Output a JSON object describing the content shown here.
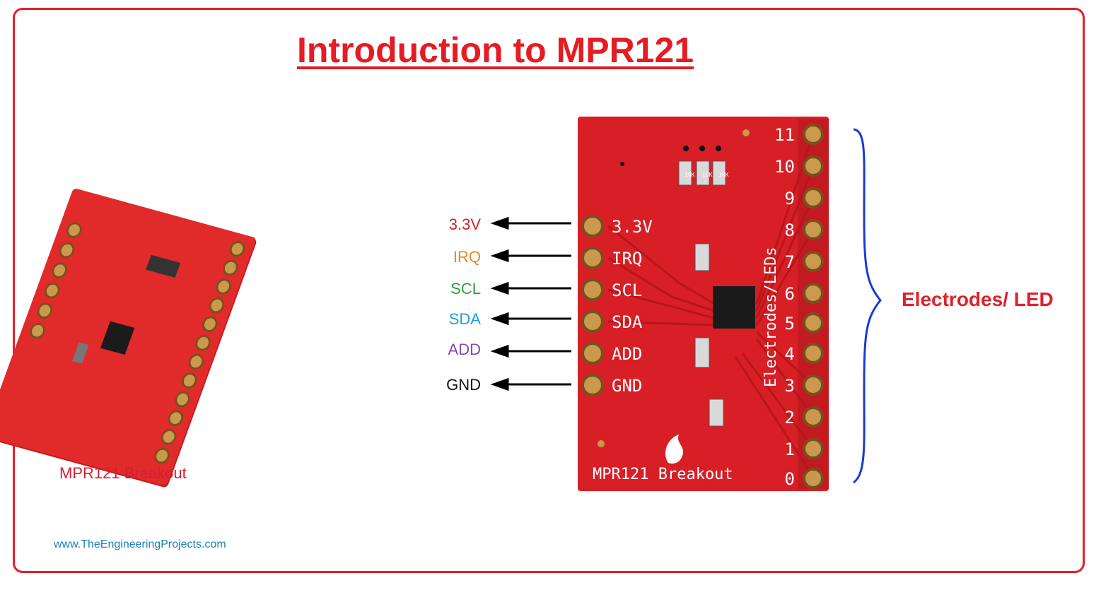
{
  "title": "Introduction to MPR121",
  "caption": "MPR121 Breakout",
  "website": "www.TheEngineeringProjects.com",
  "bracket_label": "Electrodes/ LED",
  "pins": [
    {
      "label": "3.3V",
      "color": "#d32030"
    },
    {
      "label": "IRQ",
      "color": "#e08a2c"
    },
    {
      "label": "SCL",
      "color": "#2e9e3a"
    },
    {
      "label": "SDA",
      "color": "#1aa0d8"
    },
    {
      "label": "ADD",
      "color": "#8e44ad"
    },
    {
      "label": "GND",
      "color": "#111111"
    }
  ],
  "board": {
    "silk_pins": [
      "3.3V",
      "IRQ",
      "SCL",
      "SDA",
      "ADD",
      "GND"
    ],
    "electrode_numbers": [
      "11",
      "10",
      "9",
      "8",
      "7",
      "6",
      "5",
      "4",
      "3",
      "2",
      "1",
      "0"
    ],
    "side_text": "Electrodes/LEDs",
    "name": "MPR121 Breakout",
    "resistor_marks": [
      "10K",
      "10K",
      "10K"
    ],
    "color": "#d81f26"
  }
}
